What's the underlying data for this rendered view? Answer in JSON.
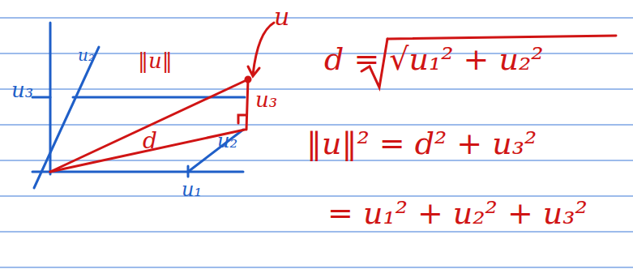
{
  "diagram": {
    "labels": [
      "u",
      "‖u‖",
      "u₃",
      "u₃",
      "u₂",
      "d",
      "u₂",
      "u₁",
      "d = √u₁² + u₂²",
      "‖u‖² = d² + u₃²",
      "= u₁² + u₂² + u₃²"
    ]
  }
}
